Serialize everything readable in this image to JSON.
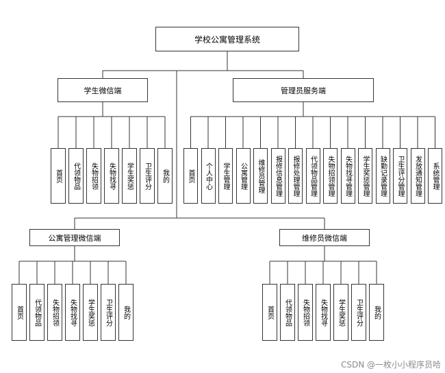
{
  "root": {
    "label": "学校公寓管理系统"
  },
  "groups": {
    "student": {
      "label": "学生微信端",
      "items": [
        "首页",
        "代领物品",
        "失物招领",
        "失物找寻",
        "学生奖惩",
        "卫生评分",
        "我的"
      ]
    },
    "admin": {
      "label": "管理员服务端",
      "items": [
        "首页",
        "个人中心",
        "学生管理",
        "公寓管理",
        "维修员管理",
        "报修信息管理",
        "报修处理管理",
        "代领物品管理",
        "失物招领管理",
        "失物找寻管理",
        "学生奖惩管理",
        "缺勤记录管理",
        "卫生评分管理",
        "发放通知管理",
        "系统管理"
      ]
    },
    "apartment": {
      "label": "公寓管理微信端",
      "items": [
        "首页",
        "代领物品",
        "失物招领",
        "失物找寻",
        "学生奖惩",
        "卫生评分",
        "我的"
      ]
    },
    "repair": {
      "label": "维修员微信端",
      "items": [
        "首页",
        "代领物品",
        "失物招领",
        "失物找寻",
        "学生奖惩",
        "卫生评分",
        "我的"
      ]
    }
  },
  "watermark": "CSDN @一枚小小程序员哈"
}
